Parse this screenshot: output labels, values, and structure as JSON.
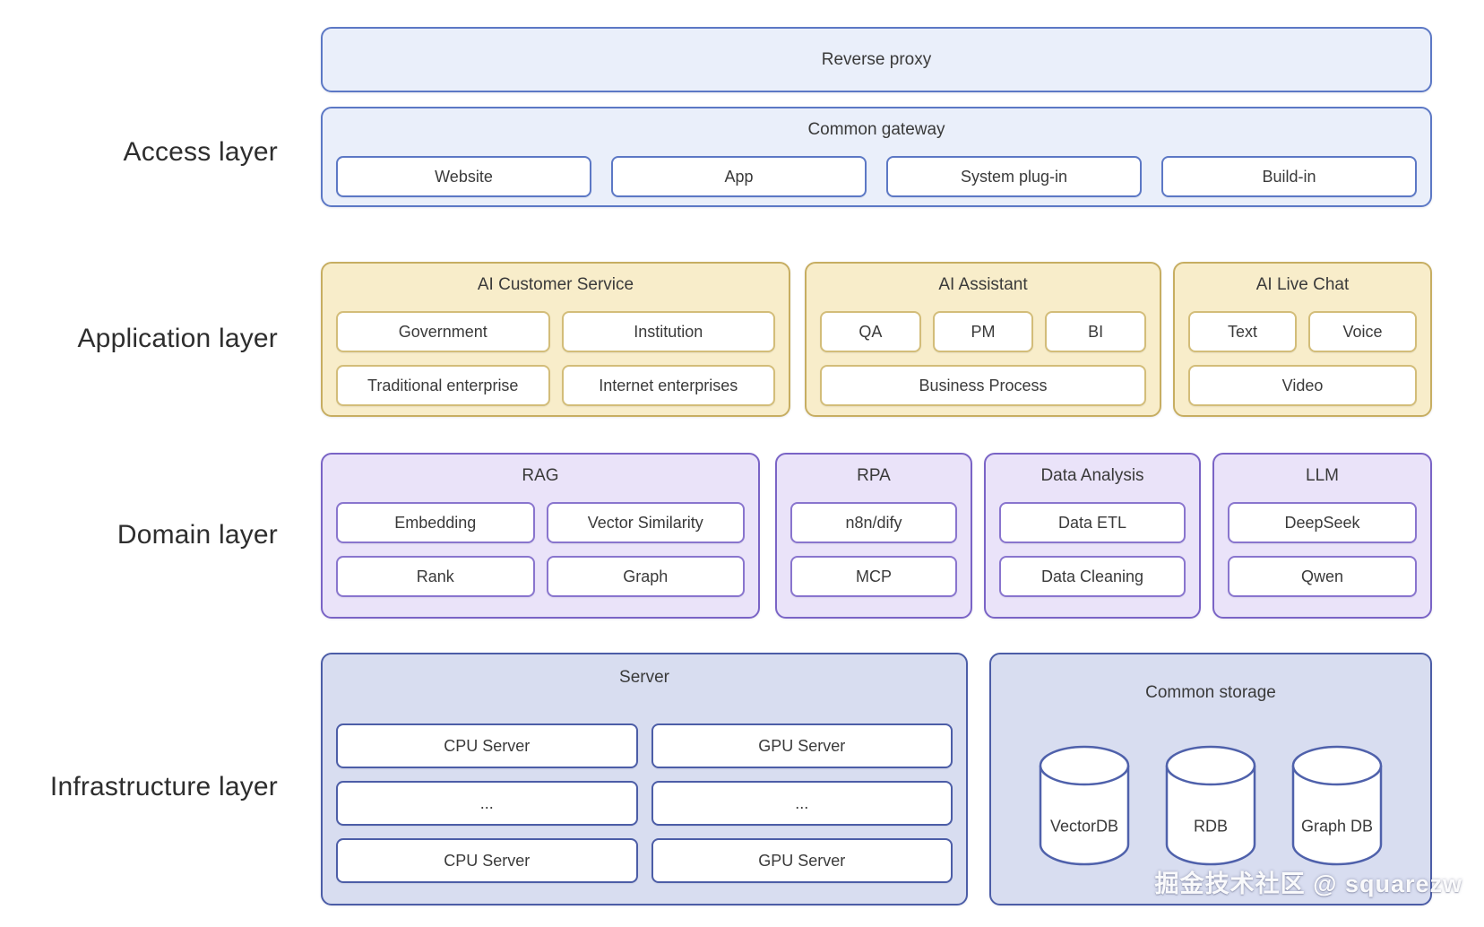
{
  "colors": {
    "access_fill": "#eaeffa",
    "access_border": "#5c78c5",
    "application_fill": "#f8edca",
    "application_border": "#c7ae62",
    "application_inner_border": "#d3bd79",
    "domain_fill": "#eae3f9",
    "domain_border": "#7a64c6",
    "domain_inner_border": "#8975ce",
    "infrastructure_fill": "#d8ddf0",
    "infrastructure_border": "#4c5da7",
    "node_fill": "#ffffff",
    "text": "#3a3a3a"
  },
  "layers": {
    "access": {
      "label": "Access layer",
      "reverse_proxy": "Reverse proxy",
      "gateway": {
        "title": "Common gateway",
        "items": [
          "Website",
          "App",
          "System plug-in",
          "Build-in"
        ]
      }
    },
    "application": {
      "label": "Application layer",
      "groups": [
        {
          "title": "AI Customer Service",
          "rows": [
            [
              "Government",
              "Institution"
            ],
            [
              "Traditional enterprise",
              "Internet enterprises"
            ]
          ]
        },
        {
          "title": "AI Assistant",
          "rows": [
            [
              "QA",
              "PM",
              "BI"
            ],
            [
              "Business Process"
            ]
          ]
        },
        {
          "title": "AI Live Chat",
          "rows": [
            [
              "Text",
              "Voice"
            ],
            [
              "Video"
            ]
          ]
        }
      ]
    },
    "domain": {
      "label": "Domain layer",
      "groups": [
        {
          "title": "RAG",
          "rows": [
            [
              "Embedding",
              "Vector Similarity"
            ],
            [
              "Rank",
              "Graph"
            ]
          ]
        },
        {
          "title": "RPA",
          "rows": [
            [
              "n8n/dify"
            ],
            [
              "MCP"
            ]
          ]
        },
        {
          "title": "Data Analysis",
          "rows": [
            [
              "Data ETL"
            ],
            [
              "Data Cleaning"
            ]
          ]
        },
        {
          "title": "LLM",
          "rows": [
            [
              "DeepSeek"
            ],
            [
              "Qwen"
            ]
          ]
        }
      ]
    },
    "infrastructure": {
      "label": "Infrastructure layer",
      "server": {
        "title": "Server",
        "rows": [
          [
            "CPU Server",
            "GPU Server"
          ],
          [
            "...",
            "..."
          ],
          [
            "CPU Server",
            "GPU Server"
          ]
        ]
      },
      "storage": {
        "title": "Common storage",
        "databases": [
          "VectorDB",
          "RDB",
          "Graph DB"
        ]
      }
    }
  },
  "watermark": {
    "text": "掘金技术社区 @ squarezw"
  }
}
